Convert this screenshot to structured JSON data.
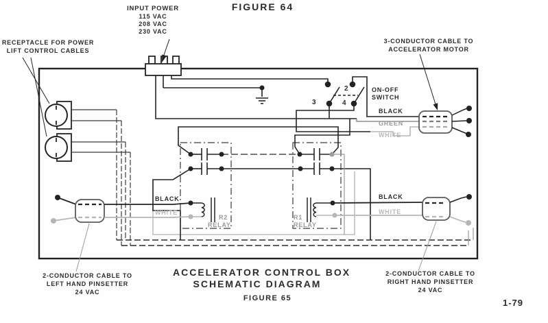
{
  "figure64": "FIGURE 64",
  "input_power": {
    "title": "INPUT POWER",
    "voltages": [
      "115 VAC",
      "208 VAC",
      "230 VAC"
    ]
  },
  "receptacle_label": {
    "line1": "RECEPTACLE FOR POWER",
    "line2": "LIFT CONTROL CABLES"
  },
  "motor_cable_label": {
    "line1": "3-CONDUCTOR CABLE TO",
    "line2": "ACCELERATOR MOTOR"
  },
  "switch": {
    "line1": "ON-OFF",
    "line2": "SWITCH",
    "terminal_2": "2",
    "terminal_3": "3",
    "terminal_4": "4"
  },
  "motor_wires": {
    "black": "BLACK",
    "green": "GREEN",
    "white": "WHITE"
  },
  "left_wires": {
    "black": "BLACK",
    "white": "WHITE"
  },
  "right_wires": {
    "black": "BLACK",
    "white": "WHITE"
  },
  "relays": {
    "r2": {
      "name": "R2",
      "type": "RELAY"
    },
    "r1": {
      "name": "R1",
      "type": "RELAY"
    }
  },
  "left_cable_label": {
    "line1": "2-CONDUCTOR CABLE TO",
    "line2": "LEFT HAND PINSETTER",
    "line3": "24 VAC"
  },
  "right_cable_label": {
    "line1": "2-CONDUCTOR CABLE TO",
    "line2": "RIGHT HAND PINSETTER",
    "line3": "24 VAC"
  },
  "caption": {
    "line1": "ACCELERATOR CONTROL BOX",
    "line2": "SCHEMATIC DIAGRAM",
    "figure": "FIGURE 65"
  },
  "page_number": "1-79",
  "colors": {
    "ink": "#232323",
    "wire_green": "#8f8f8f",
    "wire_white": "#b5b5b5"
  }
}
